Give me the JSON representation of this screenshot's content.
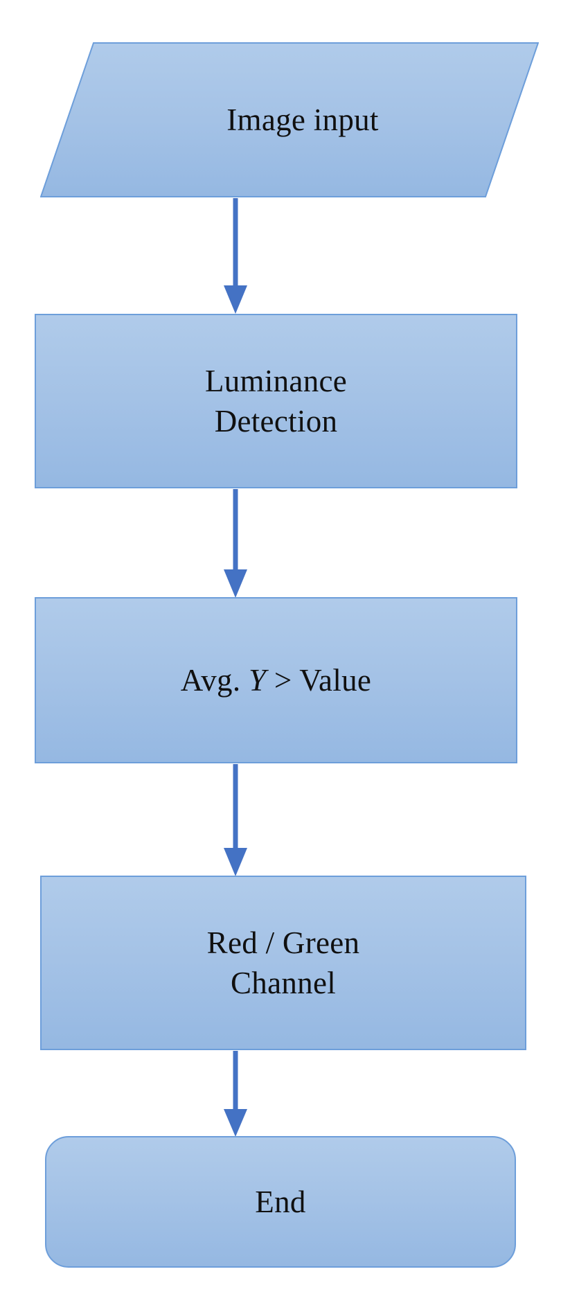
{
  "diagram": {
    "title": "Image luminance processing flowchart",
    "type": "flowchart",
    "orientation": "top-to-bottom",
    "background_color": "#FFFFFF",
    "style": {
      "node_fill_top": "#B0CBEA",
      "node_fill_bottom": "#95B8E2",
      "node_border": "#6D9EDA",
      "arrow_color": "#4472C4",
      "text_color": "#101010"
    },
    "nodes": [
      {
        "id": "image-input",
        "shape": "parallelogram",
        "role": "input",
        "label": "Image input",
        "lines": [
          "Image input"
        ]
      },
      {
        "id": "luminance-detection",
        "shape": "rectangle",
        "role": "process",
        "label": "Luminance Detection",
        "lines": [
          "Luminance",
          "Detection"
        ]
      },
      {
        "id": "avg-y-value",
        "shape": "rectangle",
        "role": "process",
        "label": "Avg. Y > Value",
        "lines": [
          "Avg. Y > Value"
        ],
        "parts": {
          "prefix": "Avg. ",
          "italic": "Y",
          "suffix": " > Value"
        }
      },
      {
        "id": "red-green-channel",
        "shape": "rectangle",
        "role": "process",
        "label": "Red / Green Channel",
        "lines": [
          "Red / Green",
          "Channel"
        ]
      },
      {
        "id": "end",
        "shape": "rounded-rectangle",
        "role": "terminator",
        "label": "End",
        "lines": [
          "End"
        ]
      }
    ],
    "edges": [
      {
        "id": "edge-1",
        "from": "image-input",
        "to": "luminance-detection",
        "label": ""
      },
      {
        "id": "edge-2",
        "from": "luminance-detection",
        "to": "avg-y-value",
        "label": ""
      },
      {
        "id": "edge-3",
        "from": "avg-y-value",
        "to": "red-green-channel",
        "label": ""
      },
      {
        "id": "edge-4",
        "from": "red-green-channel",
        "to": "end",
        "label": ""
      }
    ]
  }
}
